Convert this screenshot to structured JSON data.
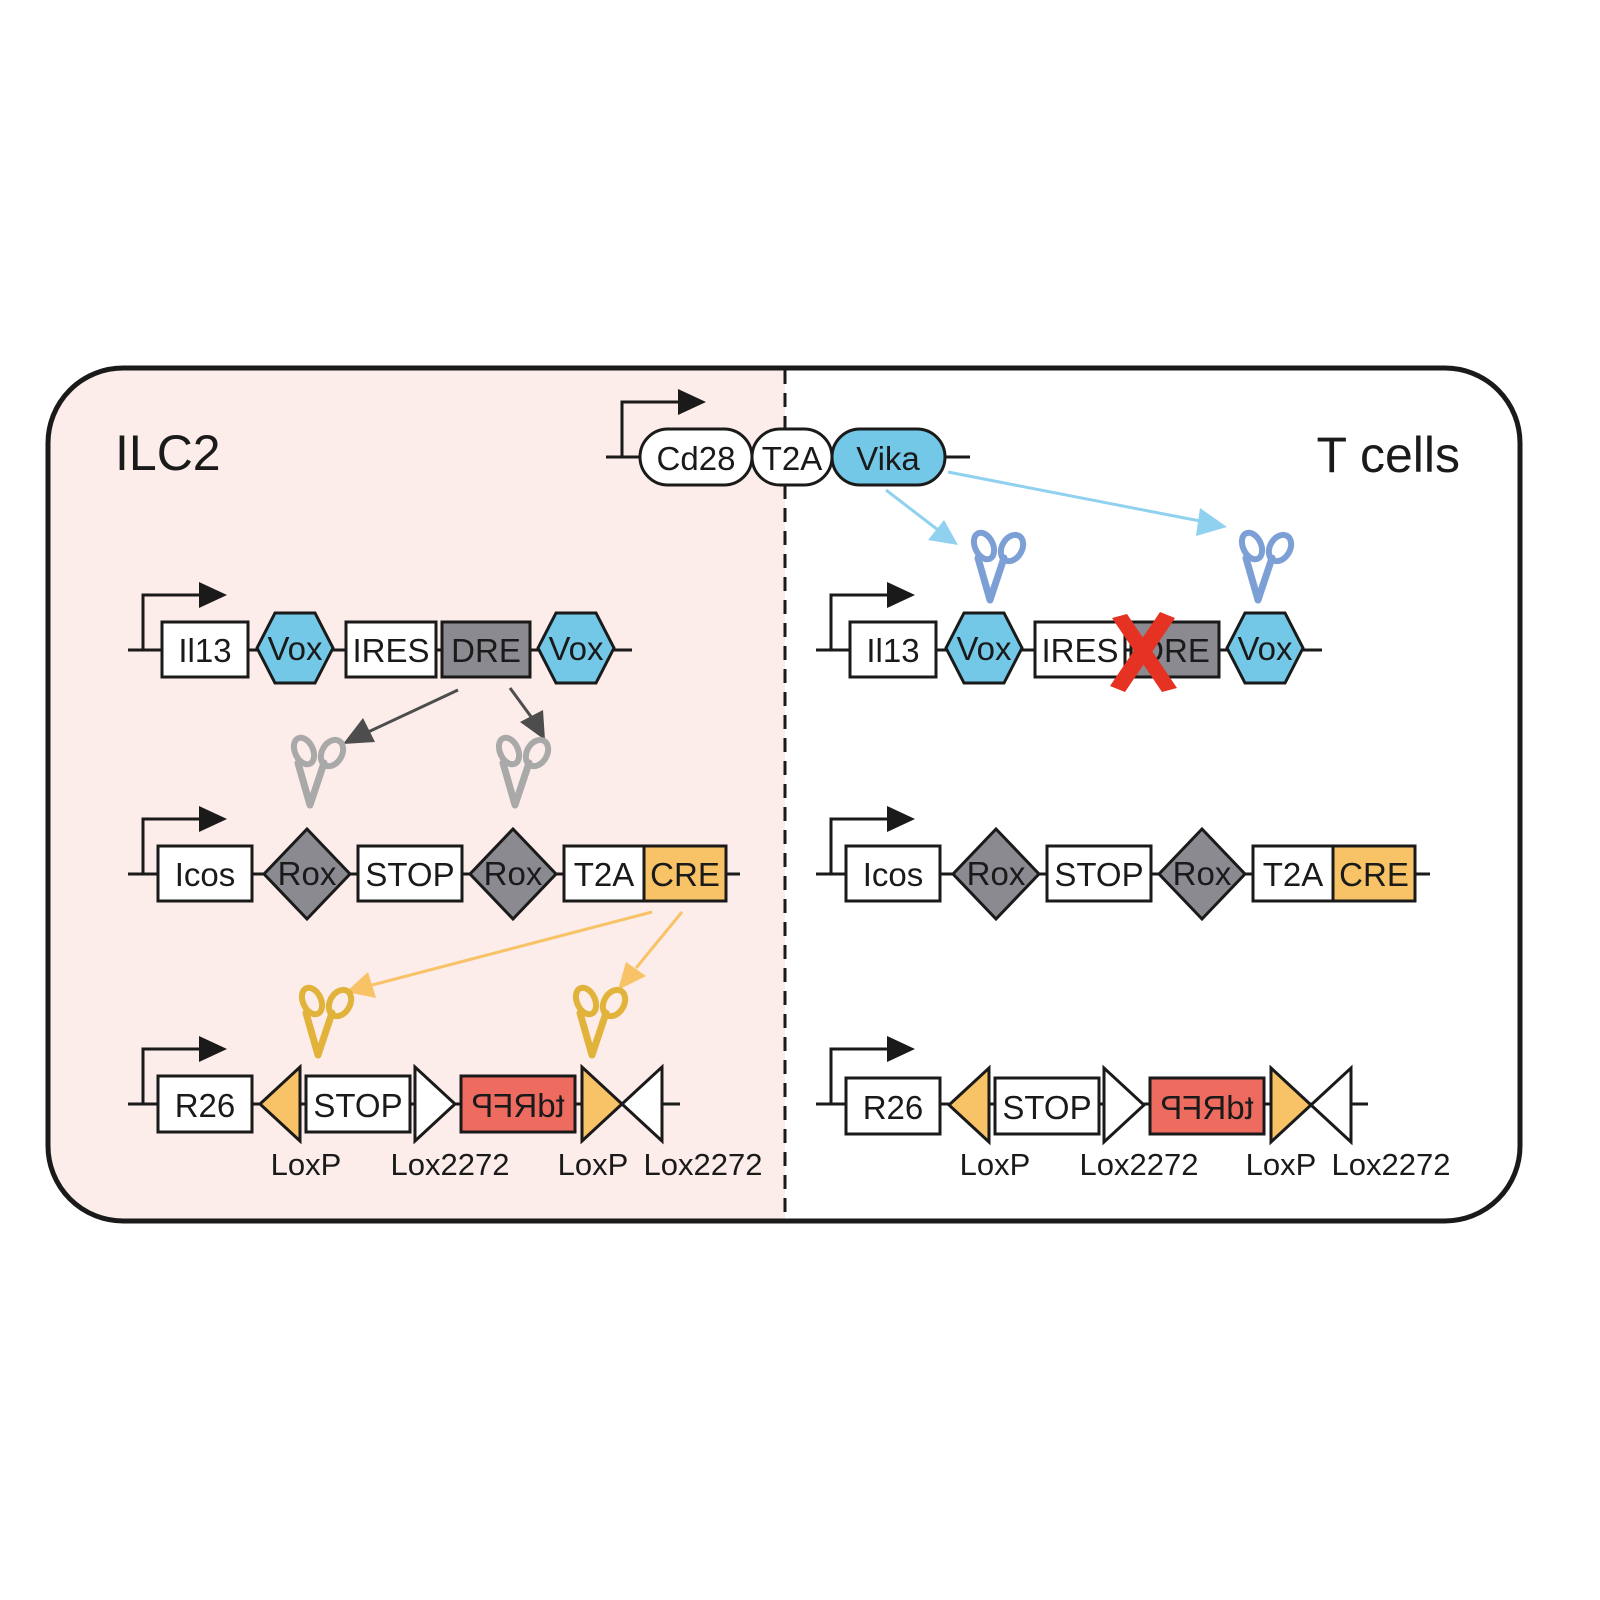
{
  "panels": {
    "left_title": "ILC2",
    "right_title": "T cells"
  },
  "colors": {
    "ilc2_background": "#fcecea",
    "vox_vika": "#72c8e6",
    "rox_dre": "#8a8a90",
    "lox_cre": "#f8c366",
    "tdrfp": "#ee6c5f",
    "x_mark": "#e53222",
    "arrow_dark": "#4d4d4d",
    "arrow_blue": "#8fd1ee",
    "arrow_yellow": "#f8c366",
    "scissors_gray": "#a9a9a9",
    "scissors_blue": "#7c9fd6",
    "scissors_yellow": "#e2b33a"
  },
  "driver": {
    "cd28": "Cd28",
    "t2a": "T2A",
    "vika": "Vika"
  },
  "constructs": {
    "il13": {
      "gene": "Il13",
      "site": "Vox",
      "ires": "IRES",
      "dre": "DRE"
    },
    "icos": {
      "gene": "Icos",
      "site": "Rox",
      "stop": "STOP",
      "t2a": "T2A",
      "cre": "CRE"
    },
    "r26": {
      "gene": "R26",
      "stop": "STOP",
      "reporter": "tdRFP",
      "site_labels": [
        "LoxP",
        "Lox2272",
        "LoxP",
        "Lox2272"
      ]
    }
  },
  "icons": [
    "scissors-icon",
    "promoter-arrow-icon",
    "x-mark-icon"
  ],
  "status": {
    "dre_deleted_in_t_cells": true
  }
}
